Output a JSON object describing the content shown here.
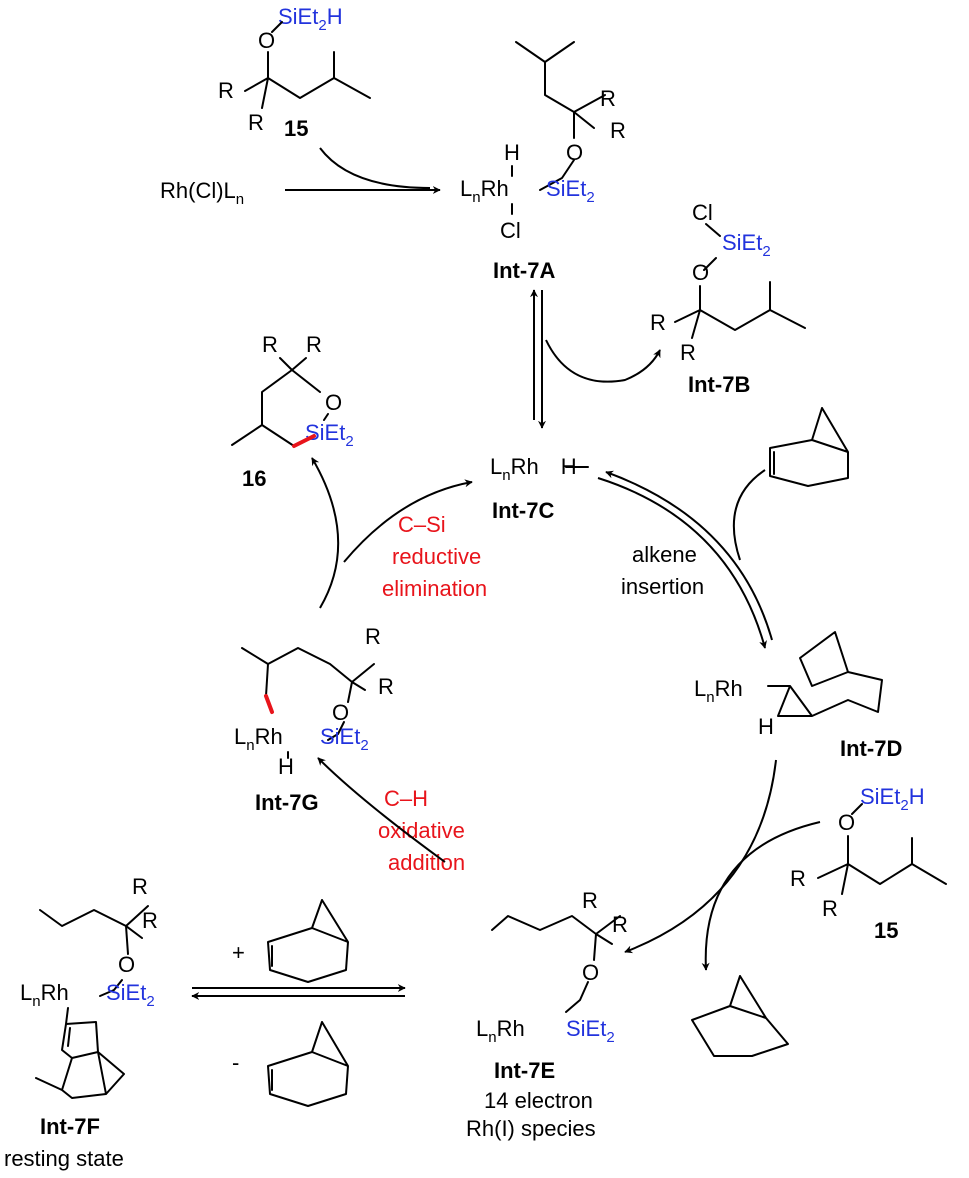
{
  "silane": {
    "si": "SiEt",
    "sub": "2",
    "h": "H",
    "o": "O",
    "r": "R",
    "label": "15"
  },
  "rh_start": {
    "a": "Rh(Cl)L",
    "sub": "n"
  },
  "int7a": {
    "l": "L",
    "sub": "n",
    "rh": "Rh",
    "h": "H",
    "cl": "Cl",
    "si": "SiEt",
    "si_sub": "2",
    "o": "O",
    "r": "R",
    "label": "Int-7A"
  },
  "int7b": {
    "cl": "Cl",
    "si": "SiEt",
    "si_sub": "2",
    "o": "O",
    "r": "R",
    "label": "Int-7B"
  },
  "int7c": {
    "l": "L",
    "sub": "n",
    "rh": "Rh",
    "h": "H",
    "label": "Int-7C"
  },
  "product16": {
    "r": "R",
    "o": "O",
    "si": "SiEt",
    "si_sub": "2",
    "label": "16"
  },
  "step_re": {
    "l1": "C–Si",
    "l2": "reductive",
    "l3": "elimination"
  },
  "step_ins": {
    "l1": "alkene",
    "l2": "insertion"
  },
  "int7d": {
    "l": "L",
    "sub": "n",
    "rh": "Rh",
    "h": "H",
    "label": "Int-7D"
  },
  "int7g": {
    "l": "L",
    "sub": "n",
    "rh": "Rh",
    "h": "H",
    "o": "O",
    "si": "SiEt",
    "si_sub": "2",
    "r": "R",
    "label": "Int-7G"
  },
  "step_oa": {
    "l1": "C–H",
    "l2": "oxidative",
    "l3": "addition"
  },
  "int7e": {
    "l": "L",
    "sub": "n",
    "rh": "Rh",
    "o": "O",
    "si": "SiEt",
    "si_sub": "2",
    "r": "R",
    "label": "Int-7E",
    "desc1": "14 electron",
    "desc2": "Rh(I) species"
  },
  "int7f": {
    "l": "L",
    "sub": "n",
    "rh": "Rh",
    "o": "O",
    "si": "SiEt",
    "si_sub": "2",
    "r": "R",
    "label": "Int-7F",
    "desc": "resting state"
  },
  "equilibrium": {
    "plus": "+",
    "minus": "-"
  },
  "colors": {
    "silicon": "#2233dd",
    "highlight": "#e8141b"
  }
}
